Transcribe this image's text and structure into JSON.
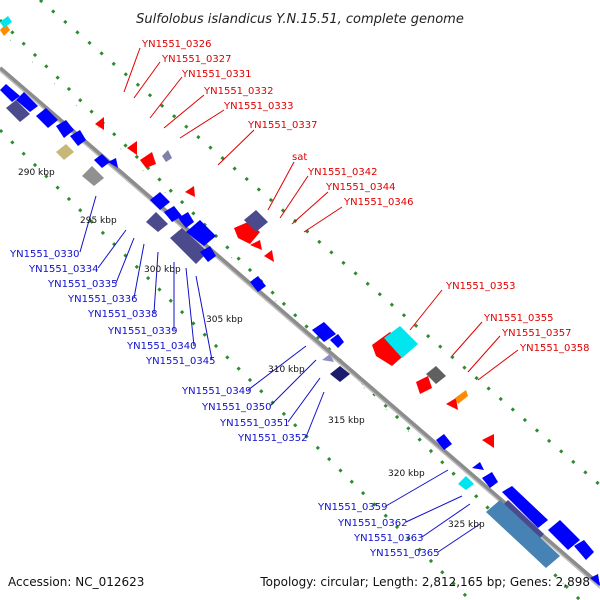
{
  "header": {
    "title": "Sulfolobus islandicus Y.N.15.51, complete genome"
  },
  "footer": {
    "accession": "Accession: NC_012623",
    "topology": "Topology: circular; Length: 2,812,165 bp; Genes: 2,898"
  },
  "ticks": [
    "290 kbp",
    "295 kbp",
    "300 kbp",
    "305 kbp",
    "310 kbp",
    "315 kbp",
    "320 kbp",
    "325 kbp"
  ],
  "outer_labels": [
    "YN1551_0326",
    "YN1551_0327",
    "YN1551_0331",
    "YN1551_0332",
    "YN1551_0333",
    "YN1551_0337",
    "sat",
    "YN1551_0342",
    "YN1551_0344",
    "YN1551_0346",
    "YN1551_0353",
    "YN1551_0355",
    "YN1551_0357",
    "YN1551_0358"
  ],
  "inner_labels": [
    "YN1551_0330",
    "YN1551_0334",
    "YN1551_0335",
    "YN1551_0336",
    "YN1551_0338",
    "YN1551_0339",
    "YN1551_0340",
    "YN1551_0345",
    "YN1551_0349",
    "YN1551_0350",
    "YN1551_0351",
    "YN1551_0352",
    "YN1551_0359",
    "YN1551_0362",
    "YN1551_0363",
    "YN1551_0365"
  ],
  "colors": {
    "backbone": "#8c8c8c",
    "forward_gene": "#ff0000",
    "reverse_gene": "#0000ff",
    "reverse_gene_dark": "#4a4a8c",
    "highlight_cyan": "#00e5ee",
    "gray_feature": "#707070",
    "orange_feature": "#ff8c00",
    "tan_feature": "#c8b878",
    "dotted_track": "#2e8b2e",
    "outer_label_color": "#e00000",
    "inner_label_color": "#1010cc"
  }
}
